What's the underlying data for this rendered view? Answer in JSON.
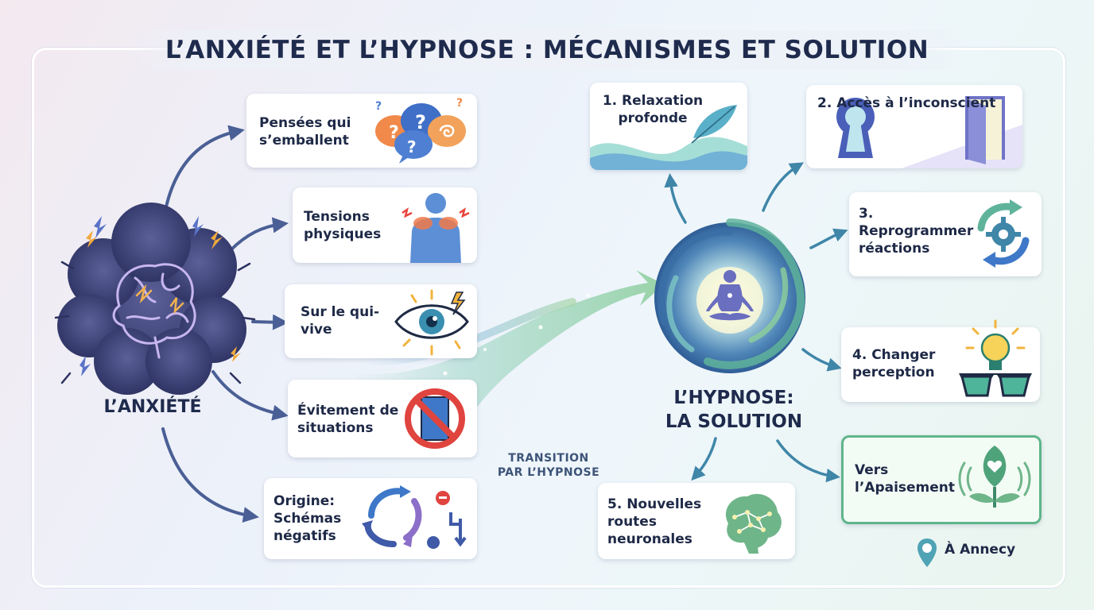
{
  "title": "L’ANXIÉTÉ ET L’HYPNOSE : MÉCANISMES ET SOLUTION",
  "anxiety": {
    "label": "L’ANXIÉTÉ"
  },
  "symptoms": [
    {
      "label": "Pensées qui s’emballent",
      "icon": "speech-bubbles-question-icon"
    },
    {
      "label": "Tensions physiques",
      "icon": "body-tension-icon"
    },
    {
      "label": "Sur le qui-vive",
      "icon": "alert-eye-icon"
    },
    {
      "label": "Évitement de situations",
      "icon": "no-entry-door-icon"
    },
    {
      "label": "Origine: Schémas négatifs",
      "icon": "negative-cycle-icon"
    }
  ],
  "transition": {
    "line1": "TRANSITION",
    "line2": "PAR L’HYPNOSE"
  },
  "hypnosis": {
    "line1": "L’HYPNOSE:",
    "line2": "LA SOLUTION"
  },
  "steps": [
    {
      "label": "1. Relaxation profonde",
      "icon": "feather-wave-icon"
    },
    {
      "label": "2. Accès à l’inconscient",
      "icon": "keyhole-door-icon"
    },
    {
      "label": "3. Reprogrammer réactions",
      "icon": "gear-cycle-icon"
    },
    {
      "label": "4. Changer perception",
      "icon": "lightbulb-glasses-icon"
    },
    {
      "label": "5. Nouvelles routes neuronales",
      "icon": "neural-brain-icon"
    }
  ],
  "outcome": {
    "label": "Vers l’Apaisement",
    "icon": "sprout-heart-icon"
  },
  "location": {
    "label": "À Annecy",
    "icon": "map-pin-icon"
  }
}
